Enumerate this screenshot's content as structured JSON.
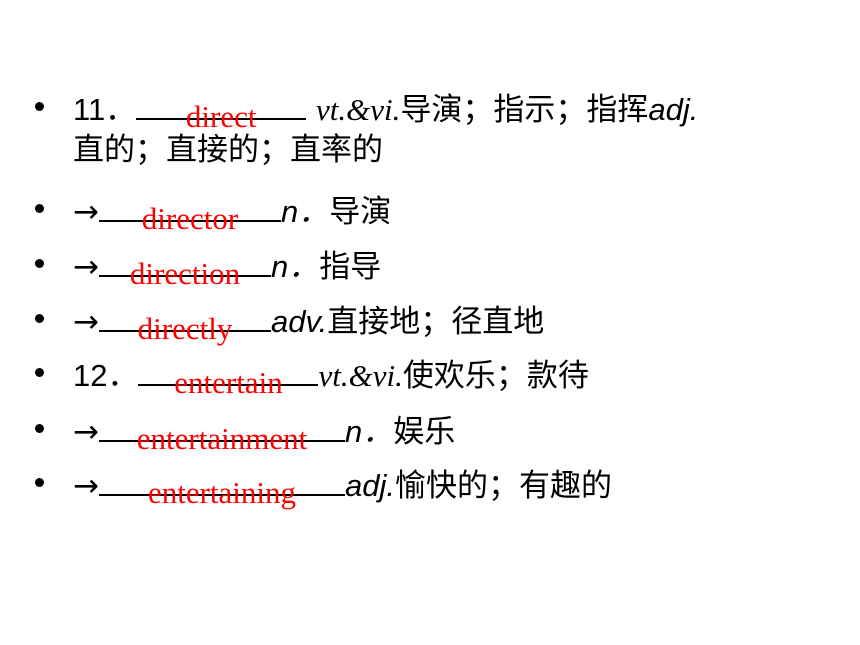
{
  "items": [
    {
      "prefix": "11．",
      "answer": "direct",
      "pos": "vt.&vi.",
      "meaning": "导演；指示；指挥",
      "pos2": "adj.",
      "meaning2": "直的；直接的；直率的"
    },
    {
      "prefix": "→",
      "answer": "director",
      "pos": "n．",
      "meaning": "导演"
    },
    {
      "prefix": "→",
      "answer": "direction",
      "pos": "n．",
      "meaning": "指导"
    },
    {
      "prefix": "→",
      "answer": "directly",
      "pos": "adv.",
      "meaning": "直接地；径直地"
    },
    {
      "prefix": "12．",
      "answer": "entertain",
      "pos": "vt.&vi.",
      "meaning": "使欢乐；款待"
    },
    {
      "prefix": "→",
      "answer": "entertainment",
      "pos": "n．",
      "meaning": "娱乐"
    },
    {
      "prefix": "→",
      "answer": "entertaining",
      "pos": "adj.",
      "meaning": "愉快的；有趣的"
    }
  ]
}
